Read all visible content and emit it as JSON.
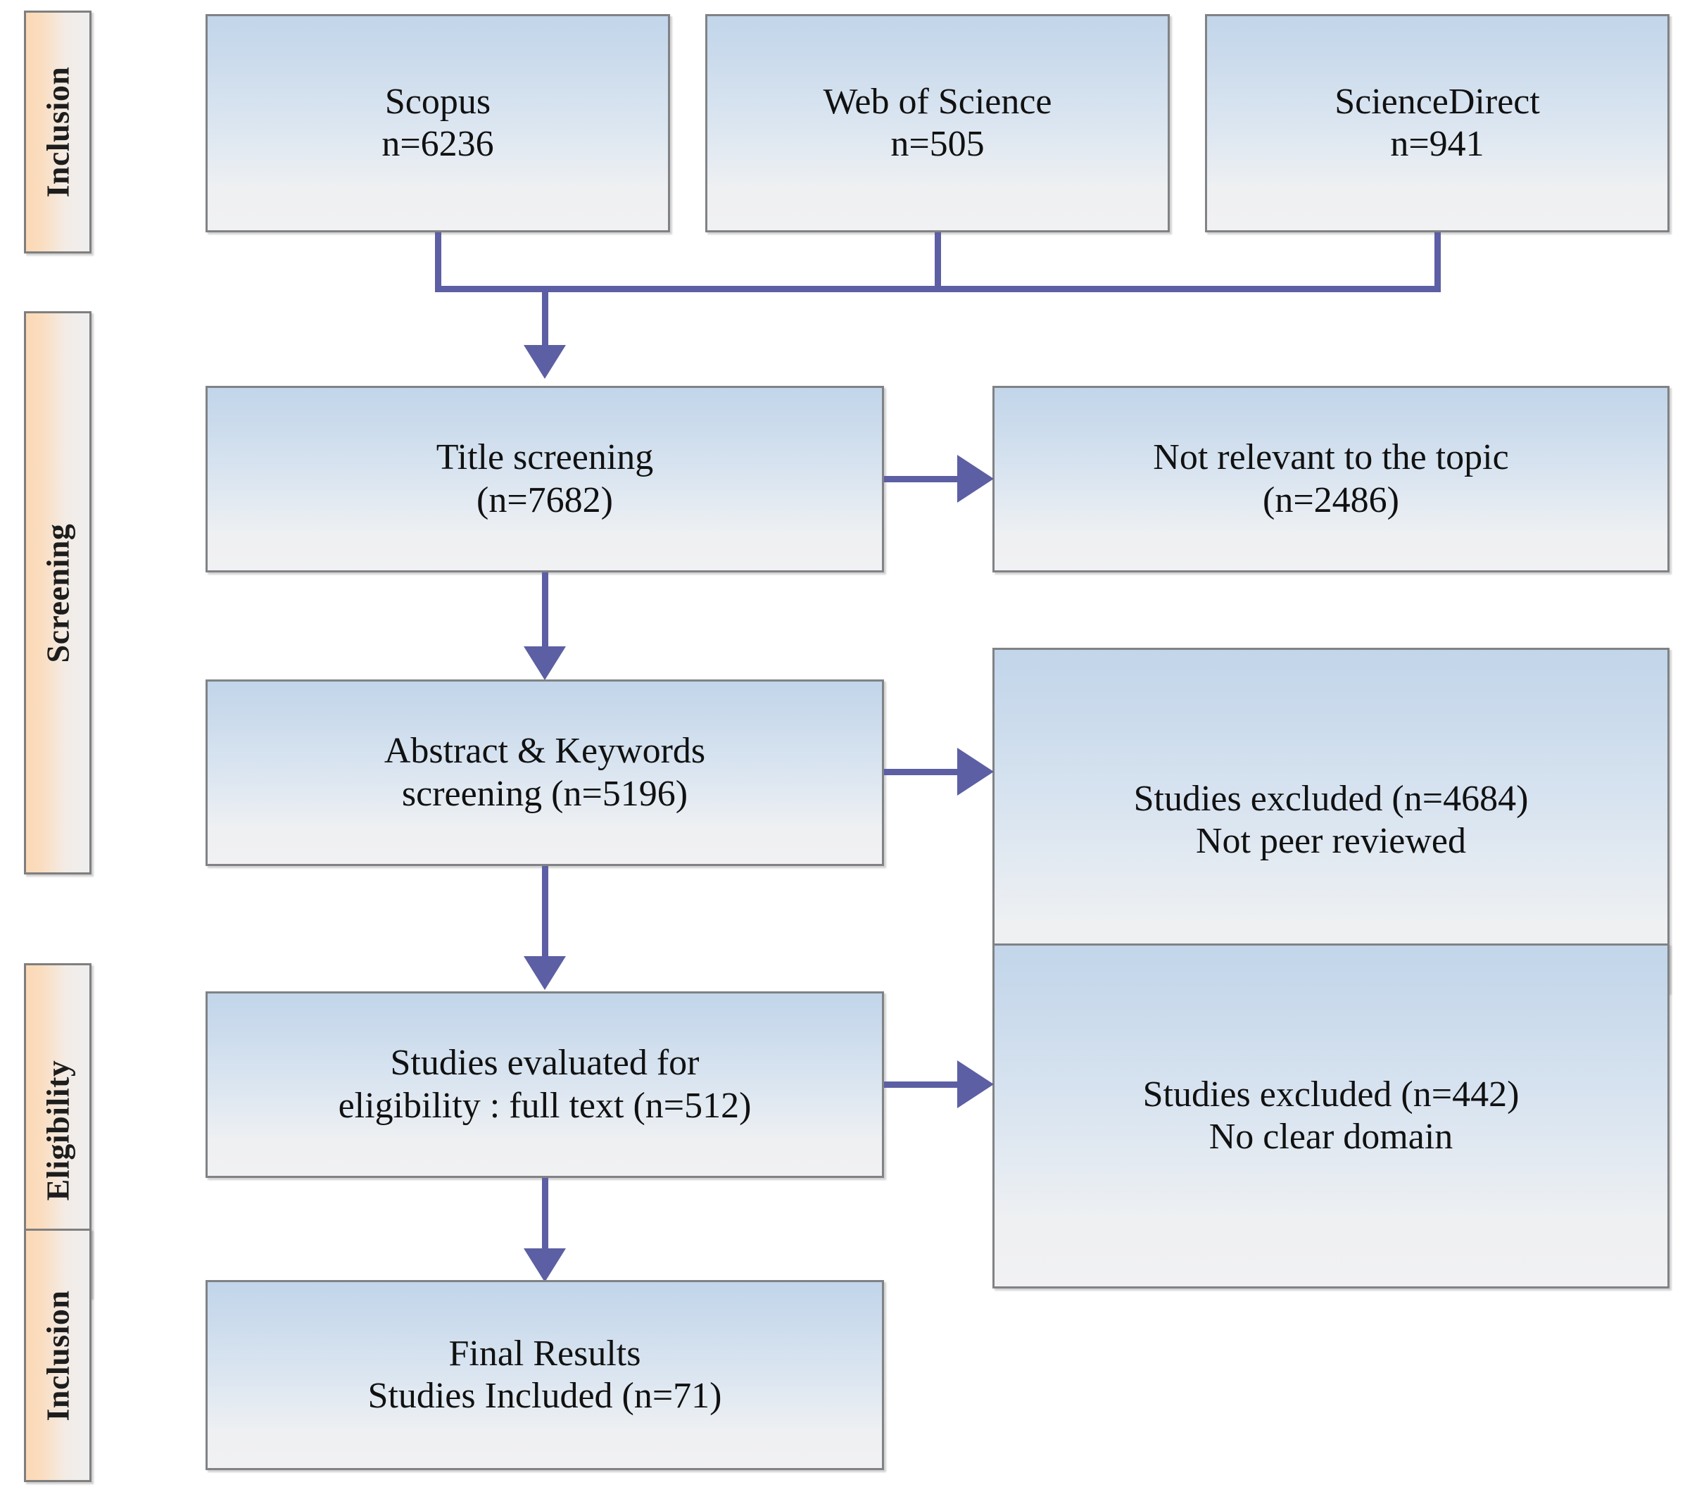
{
  "diagram": {
    "title": "PRISMA study selection flow diagram",
    "type": "flowchart",
    "colors": {
      "box_fill_top": "#c2d5ea",
      "box_fill_bottom": "#f1f1f3",
      "box_border": "#808285",
      "connector": "#5c5fa3",
      "stage_tab_orange": "#fbd9b7",
      "stage_tab_gray": "#eeeeef",
      "text": "#111111"
    }
  },
  "stages": [
    {
      "id": "stage-inclusion-top",
      "label": "Inclusion"
    },
    {
      "id": "stage-screening",
      "label": "Screening"
    },
    {
      "id": "stage-eligibility",
      "label": "Eligibility"
    },
    {
      "id": "stage-inclusion-bottom",
      "label": "Inclusion"
    }
  ],
  "sources": [
    {
      "id": "scopus",
      "name": "Scopus",
      "count_label": "n=6236",
      "count": 6236,
      "text": "Scopus\nn=6236"
    },
    {
      "id": "web-of-science",
      "name": "Web of Science",
      "count_label": "n=505",
      "count": 505,
      "text": "Web of Science\nn=505"
    },
    {
      "id": "science-direct",
      "name": "ScienceDirect",
      "count_label": "n=941",
      "count": 941,
      "text": "ScienceDirect\nn=941"
    }
  ],
  "flow": {
    "title_screening": {
      "text": "Title  screening\n(n=7682)",
      "count": 7682
    },
    "title_excluded": {
      "text": "Not relevant to the topic\n(n=2486)",
      "count": 2486
    },
    "abstract_screening": {
      "text": "Abstract & Keywords\nscreening (n=5196)",
      "count": 5196
    },
    "abstract_excluded": {
      "text": "Studies excluded (n=4684)\nNot peer reviewed",
      "count": 4684
    },
    "fulltext_eligibility": {
      "text": "Studies evaluated for\neligibility  :  full  text (n=512)",
      "count": 512
    },
    "fulltext_excluded": {
      "text": "Studies excluded (n=442)\nNo clear domain",
      "count": 442
    },
    "final_results": {
      "text": "Final  Results\nStudies Included (n=71)",
      "count": 71
    }
  },
  "chart_data": {
    "type": "flowchart",
    "title": "PRISMA study selection flow",
    "nodes": [
      {
        "id": "scopus",
        "label": "Scopus n=6236",
        "value": 6236,
        "stage": "Inclusion"
      },
      {
        "id": "web-of-science",
        "label": "Web of Science n=505",
        "value": 505,
        "stage": "Inclusion"
      },
      {
        "id": "science-direct",
        "label": "ScienceDirect n=941",
        "value": 941,
        "stage": "Inclusion"
      },
      {
        "id": "title-screening",
        "label": "Title screening (n=7682)",
        "value": 7682,
        "stage": "Screening"
      },
      {
        "id": "title-excluded",
        "label": "Not relevant to the topic (n=2486)",
        "value": 2486,
        "stage": "Screening"
      },
      {
        "id": "abstract-screening",
        "label": "Abstract & Keywords screening (n=5196)",
        "value": 5196,
        "stage": "Screening"
      },
      {
        "id": "abstract-excluded",
        "label": "Studies excluded (n=4684) Not peer reviewed",
        "value": 4684,
        "stage": "Screening"
      },
      {
        "id": "fulltext-eligibility",
        "label": "Studies evaluated for eligibility : full text (n=512)",
        "value": 512,
        "stage": "Eligibility"
      },
      {
        "id": "fulltext-excluded",
        "label": "Studies excluded (n=442) No clear domain",
        "value": 442,
        "stage": "Eligibility"
      },
      {
        "id": "final-results",
        "label": "Final Results Studies Included (n=71)",
        "value": 71,
        "stage": "Inclusion"
      }
    ],
    "edges": [
      {
        "from": "scopus",
        "to": "title-screening"
      },
      {
        "from": "web-of-science",
        "to": "title-screening"
      },
      {
        "from": "science-direct",
        "to": "title-screening"
      },
      {
        "from": "title-screening",
        "to": "title-excluded"
      },
      {
        "from": "title-screening",
        "to": "abstract-screening"
      },
      {
        "from": "abstract-screening",
        "to": "abstract-excluded"
      },
      {
        "from": "abstract-screening",
        "to": "fulltext-eligibility"
      },
      {
        "from": "fulltext-eligibility",
        "to": "fulltext-excluded"
      },
      {
        "from": "fulltext-eligibility",
        "to": "final-results"
      }
    ]
  }
}
